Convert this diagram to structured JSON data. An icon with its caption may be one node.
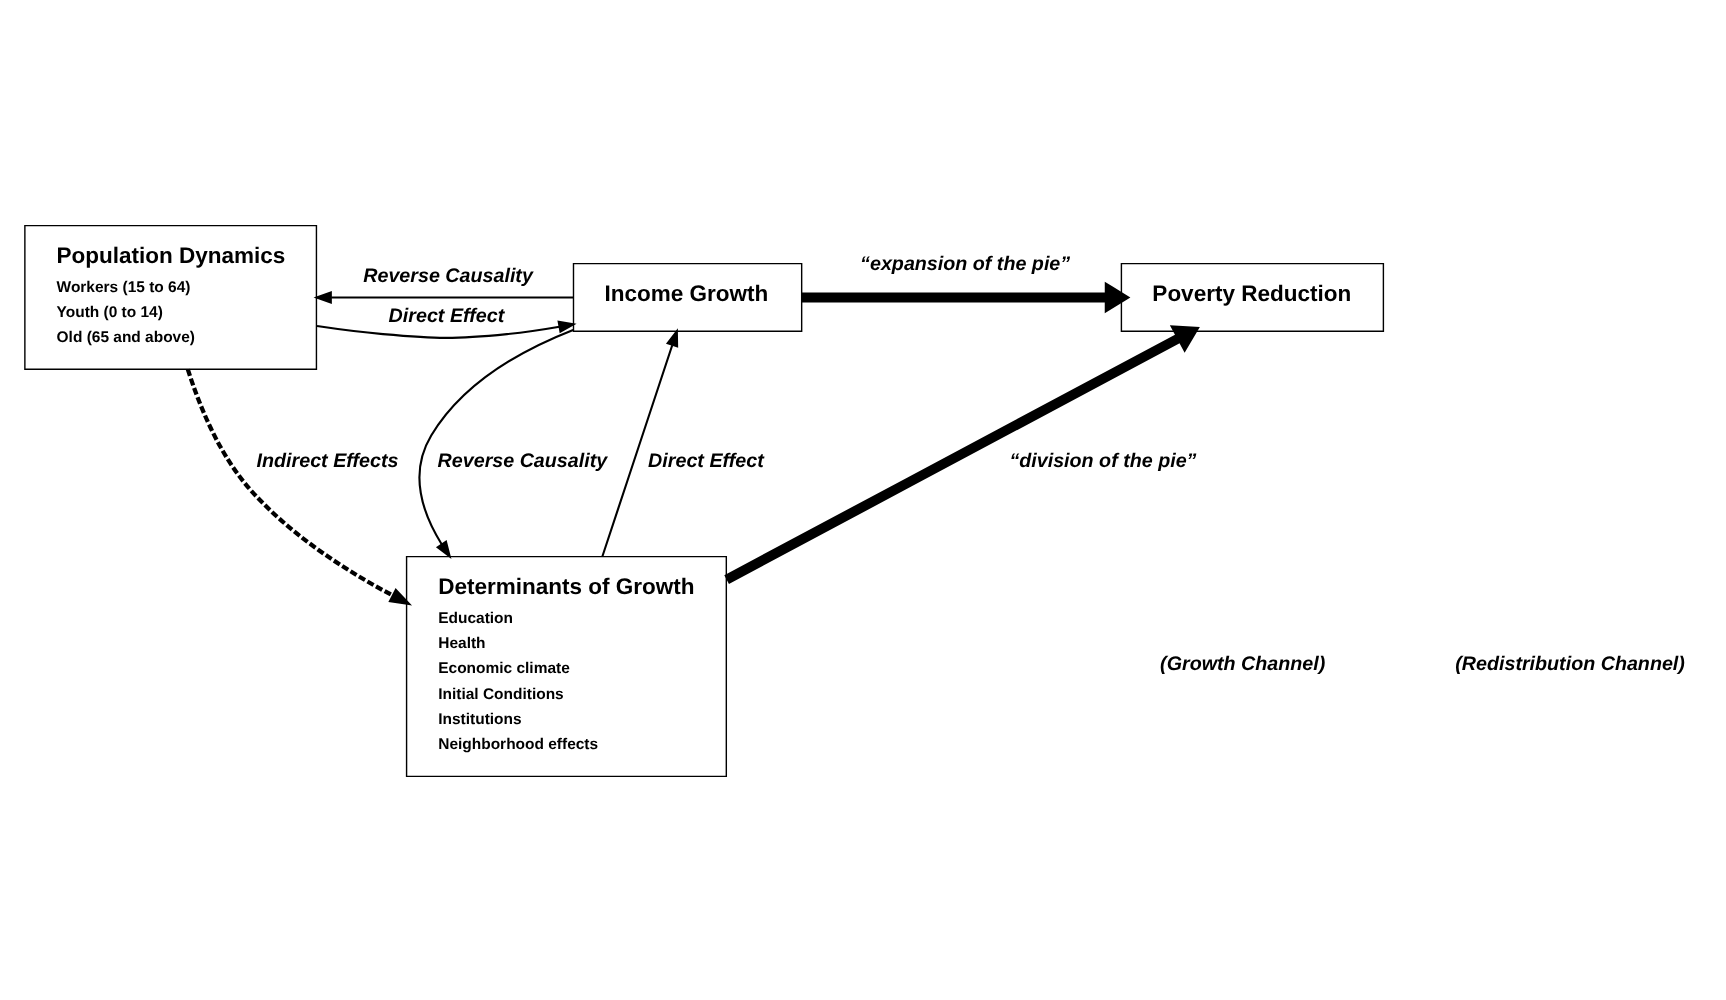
{
  "diagram": {
    "nodes": [
      {
        "text": [
          "Population Dynamics",
          "Workers (15 to 64)",
          "Youth (0 to 14)",
          "Old (65 and above)"
        ]
      },
      {
        "text": [
          "Income Growth"
        ]
      },
      {
        "text": [
          "Poverty Reduction"
        ]
      },
      {
        "text": [
          "Determinants of Growth",
          "Education",
          "Health",
          "Economic climate",
          "Initial Conditions",
          "Institutions",
          "Neighborhood effects"
        ]
      }
    ],
    "edges": [
      {
        "from": 0,
        "to": 1,
        "arrow": "to",
        "label": "Direct Effect"
      },
      {
        "from": 1,
        "to": 0,
        "arrow": "to",
        "label": "Reverse Causality"
      },
      {
        "from": 1,
        "to": 2,
        "arrow": "to",
        "label": "“expansion of the pie”",
        "style": "thick"
      },
      {
        "from": 3,
        "to": 1,
        "arrow": "to",
        "label": "Direct Effect"
      },
      {
        "from": 1,
        "to": 3,
        "arrow": "to",
        "label": "Reverse Causality"
      },
      {
        "from": 0,
        "to": 3,
        "arrow": "to",
        "label": "Indirect Effects",
        "style": "dashed"
      },
      {
        "from": 3,
        "to": 2,
        "arrow": "to",
        "label": "“division of the pie”",
        "style": "thick"
      }
    ],
    "labels": [
      "(Growth Channel)",
      "(Redistribution Channel)"
    ]
  }
}
